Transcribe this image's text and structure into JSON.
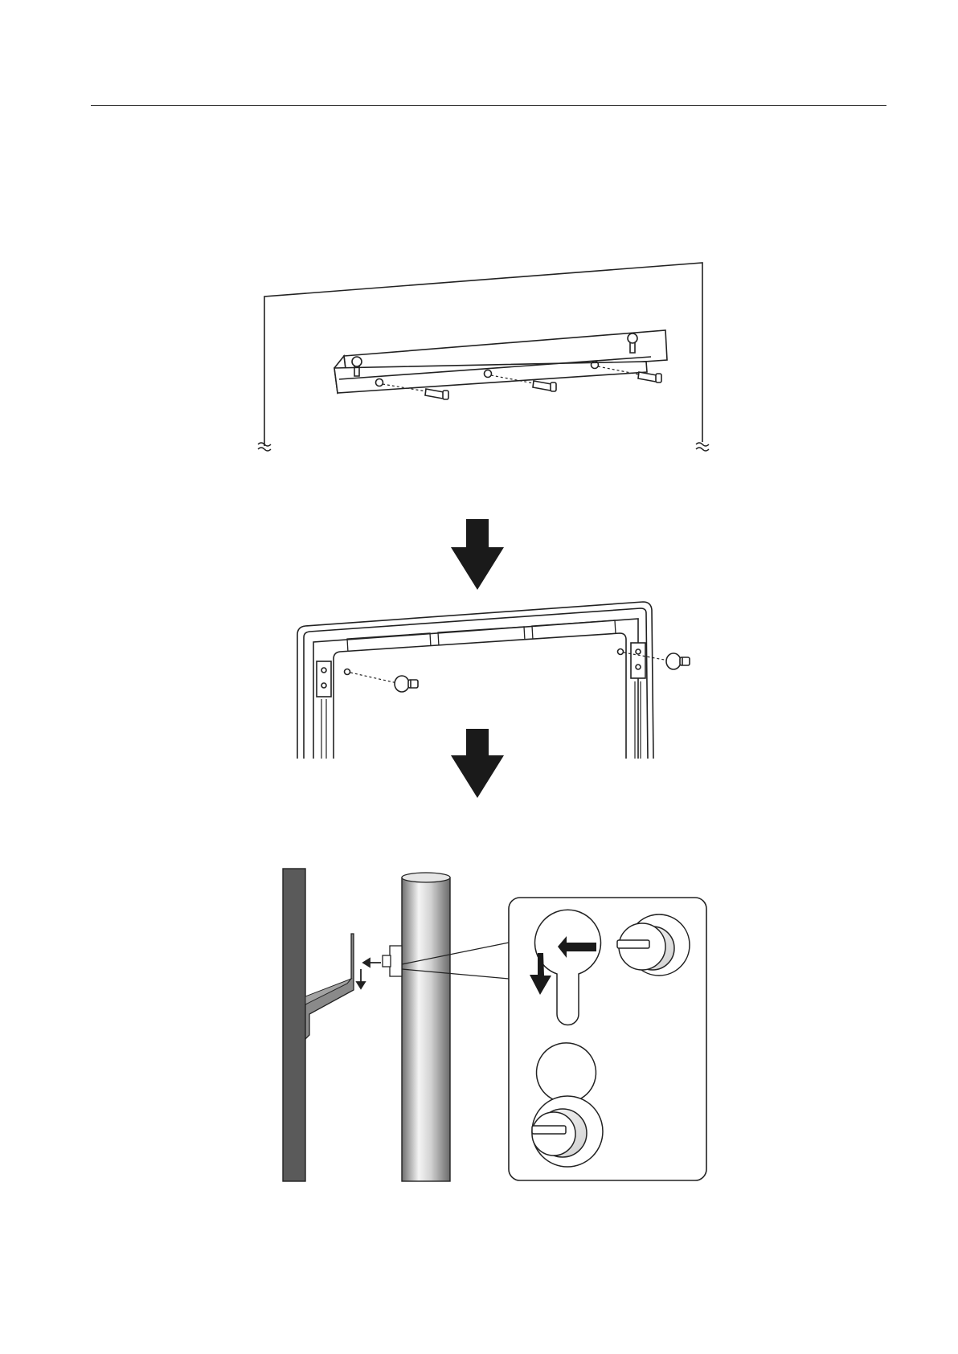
{
  "page": {
    "background": "#ffffff",
    "line_color": "#222222",
    "bracket_fill": "#8a8a8a",
    "wall_fill": "#5a5a5a"
  },
  "figures": [
    {
      "id": "step-1",
      "subject": "wall-bracket-icon"
    },
    {
      "id": "step-2",
      "subject": "tv-back-panel-icon"
    },
    {
      "id": "step-3",
      "subject": "hang-tv-icon"
    }
  ],
  "icons": [
    "down-arrow-icon",
    "screw-icon",
    "keyhole-icon",
    "break-mark-icon"
  ]
}
